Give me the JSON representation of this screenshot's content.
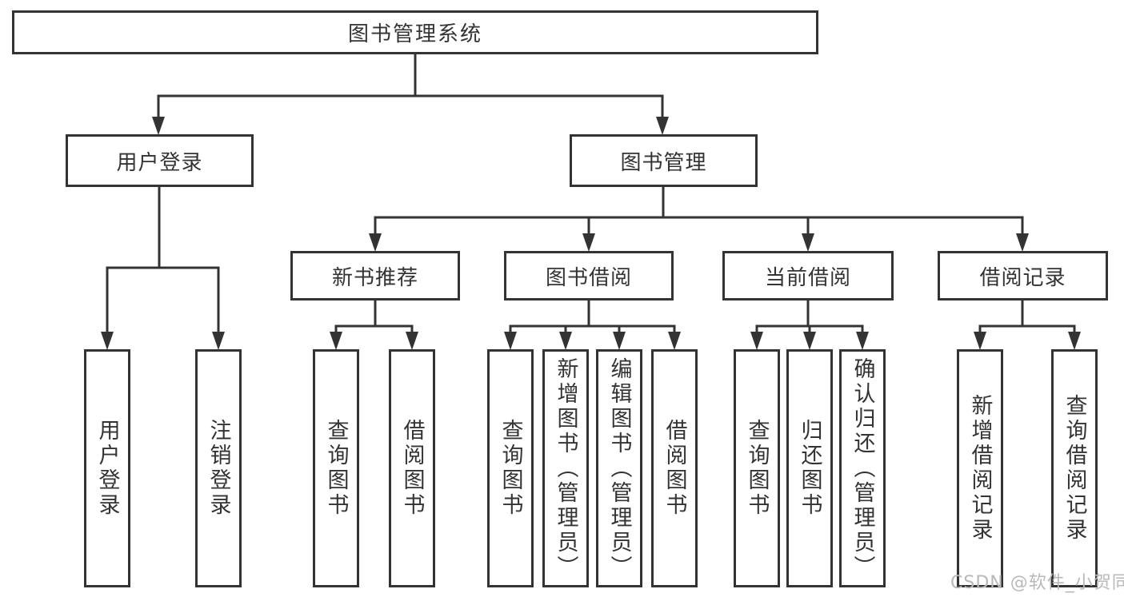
{
  "diagram": {
    "root": {
      "label": "图书管理系统"
    },
    "level2": [
      {
        "label": "用户登录",
        "children": [
          "用户登录",
          "注销登录"
        ]
      },
      {
        "label": "图书管理"
      }
    ],
    "level3": [
      {
        "label": "新书推荐",
        "children": [
          "查询图书",
          "借阅图书"
        ]
      },
      {
        "label": "图书借阅",
        "children": [
          "查询图书",
          "新增图书（管理员）",
          "编辑图书（管理员）",
          "借阅图书"
        ]
      },
      {
        "label": "当前借阅",
        "children": [
          "查询图书",
          "归还图书",
          "确认归还（管理员）"
        ]
      },
      {
        "label": "借阅记录",
        "children": [
          "新增借阅记录",
          "查询借阅记录"
        ]
      }
    ]
  },
  "watermark": {
    "text": "CSDN @软件_小贺同学"
  },
  "colors": {
    "line": "#333333",
    "text": "#333333",
    "background": "#ffffff",
    "watermark": "#b9b9b9"
  }
}
